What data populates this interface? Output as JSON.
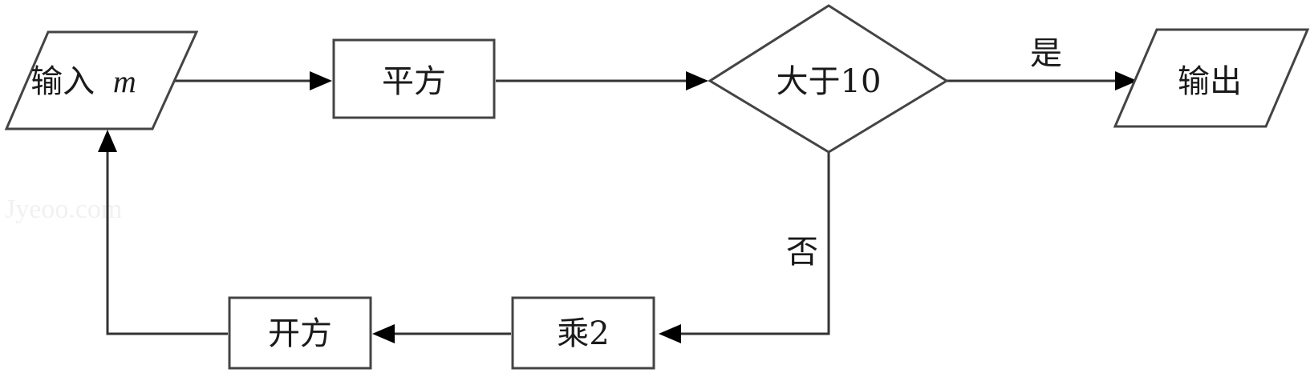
{
  "watermark": "Jyeoo.com",
  "nodes": {
    "input": {
      "text": "输入",
      "var": "m"
    },
    "square": {
      "text": "平方"
    },
    "decision": {
      "text": "大于10"
    },
    "output": {
      "text": "输出"
    },
    "times2": {
      "text": "乘2"
    },
    "sqrt": {
      "text": "开方"
    }
  },
  "edges": {
    "yes": "是",
    "no": "否"
  }
}
